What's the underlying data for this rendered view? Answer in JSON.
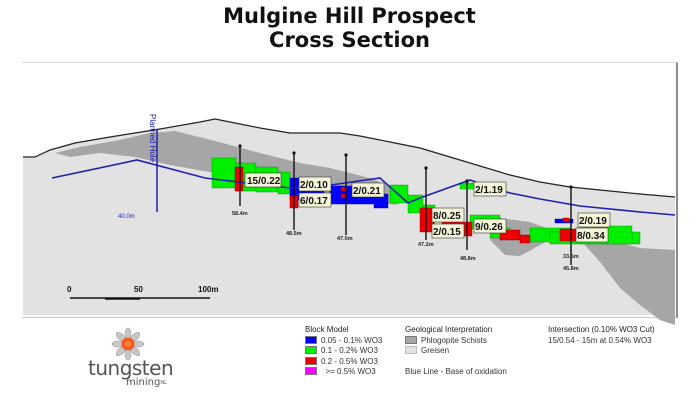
{
  "title": {
    "line1": "Mulgine Hill Prospect",
    "line2": "Cross Section"
  },
  "section": {
    "planned_hole": {
      "label": "Planned Hole",
      "depth": "40.0m"
    },
    "drill_holes": [
      {
        "depth": "58.4m"
      },
      {
        "depth": "48.5m"
      },
      {
        "depth": "47.0m"
      },
      {
        "depth": "47.2m"
      },
      {
        "depth": "48.8m"
      },
      {
        "depth": "33.5m"
      },
      {
        "depth": "45.8m"
      }
    ],
    "intersections": [
      {
        "label": "15/0.22"
      },
      {
        "label": "2/0.10"
      },
      {
        "label": "6/0.17"
      },
      {
        "label": "2/0.21"
      },
      {
        "label": "2/1.19"
      },
      {
        "label": "8/0.25"
      },
      {
        "label": "2/0.15"
      },
      {
        "label": "9/0.26"
      },
      {
        "label": "2/0.19"
      },
      {
        "label": "8/0.34"
      }
    ],
    "scale_bar": {
      "ticks": [
        "0",
        "50",
        "100m"
      ]
    }
  },
  "legend": {
    "block_model": {
      "heading": "Block Model",
      "items": [
        {
          "label": "0.05 - 0.1% WO3",
          "color": "#0000ff"
        },
        {
          "label": "0.1 - 0.2% WO3",
          "color": "#00ee00"
        },
        {
          "label": "0.2 - 0.5% WO3",
          "color": "#ee0000"
        },
        {
          "label": ">= 0.5% WO3",
          "color": "#ff00ff"
        }
      ]
    },
    "geology": {
      "heading": "Geological Interpretation",
      "items": [
        {
          "label": "Phlogopite Schists",
          "color": "#a6a6a6"
        },
        {
          "label": "Greisen",
          "color": "#e2e2e2"
        }
      ],
      "blue_line_note": "Blue Line - Base of oxidation"
    },
    "intersection": {
      "heading": "Intersection (0.10% WO3 Cut)",
      "example": "15/0.54 - 15m at 0.54% WO3"
    }
  },
  "logo": {
    "word1": "tungsten",
    "word2": "mining",
    "suffix": "NL"
  },
  "colors": {
    "greisen": "#e2e2e2",
    "schist": "#a6a6a6",
    "oxidation_line": "#2020b0",
    "low": "#0000ff",
    "mid": "#00ee00",
    "high": "#ee0000",
    "vhigh": "#ff00ff"
  }
}
